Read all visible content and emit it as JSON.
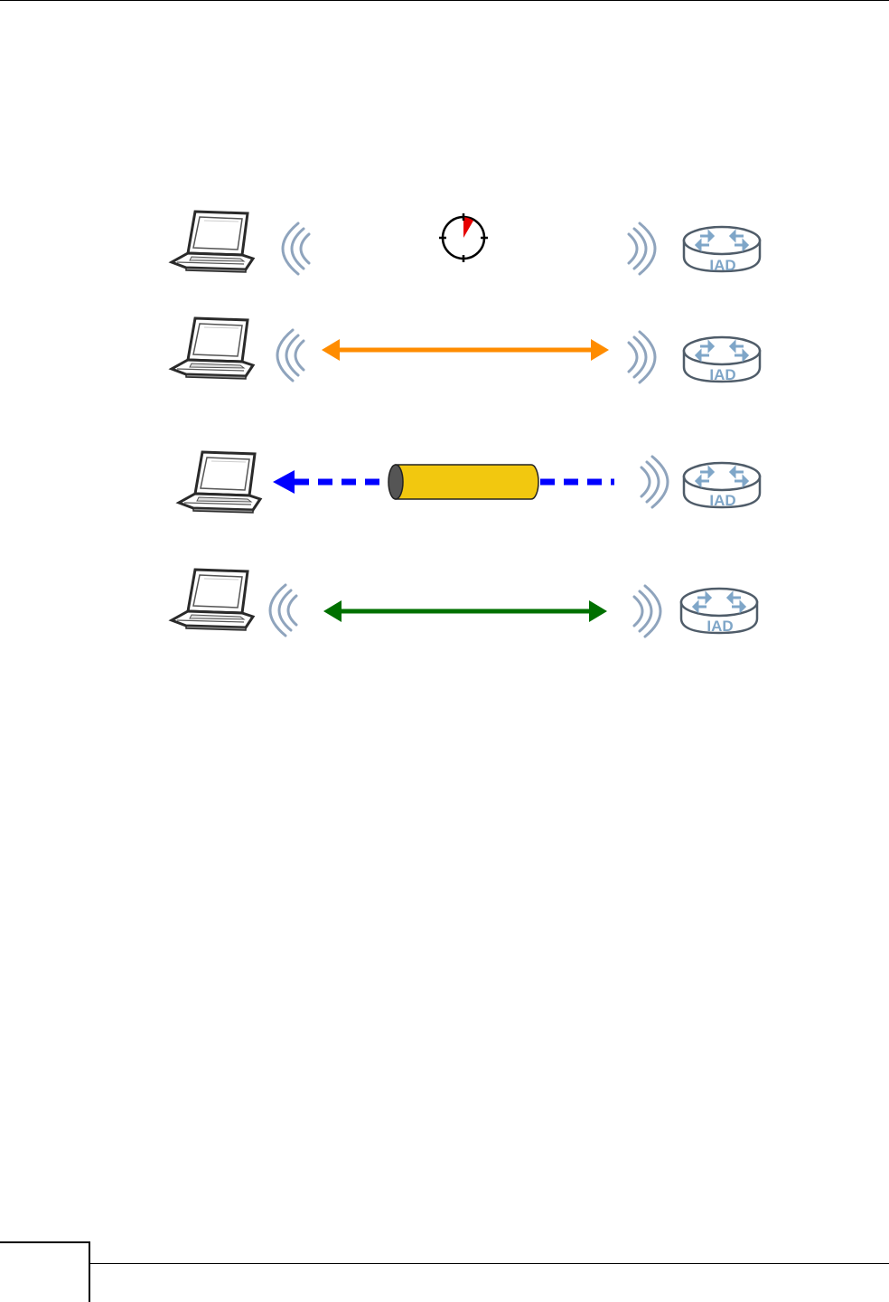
{
  "page": {
    "page_number": "",
    "footer_text": ""
  },
  "diagram": {
    "rows": [
      {
        "id": "timer",
        "link": "timer",
        "color": "#000000"
      },
      {
        "id": "orange-link",
        "link": "double-arrow",
        "color": "#ff8c00"
      },
      {
        "id": "tunnel",
        "link": "dashed-arrow-with-tunnel",
        "color": "#0000ff",
        "tunnel_color": "#f2c80f"
      },
      {
        "id": "green-link",
        "link": "double-arrow",
        "color": "#007000"
      }
    ],
    "iad_label": "IAD",
    "icons": [
      "laptop-icon",
      "wireless-waves-icon",
      "timer-icon",
      "router-iad-icon"
    ]
  }
}
